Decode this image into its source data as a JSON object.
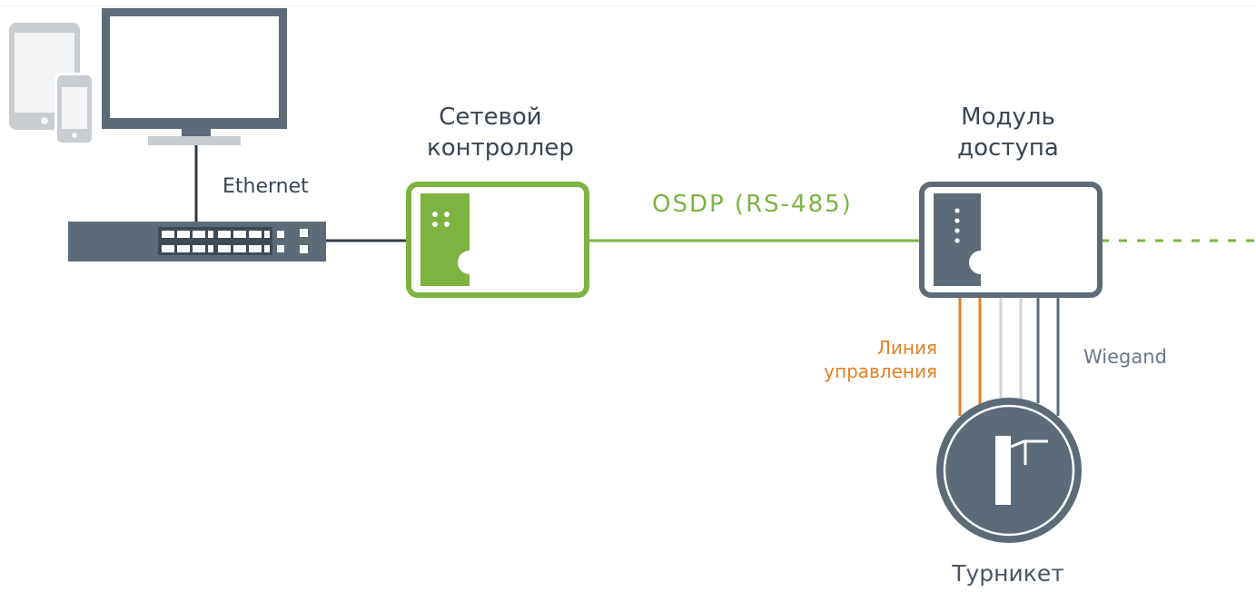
{
  "labels": {
    "ethernet": "Ethernet",
    "controller": [
      "Сетевой",
      "контроллер"
    ],
    "osdp": "OSDP (RS-485)",
    "module": [
      "Модуль",
      "доступа"
    ],
    "control_line": [
      "Линия",
      "управления"
    ],
    "wiegand": "Wiegand",
    "turnstile": "Турникет"
  },
  "colors": {
    "device_gray": "#5d6b78",
    "device_light": "#c9cdd1",
    "green": "#7cb341",
    "orange": "#e67e22",
    "wire_gray": "#6b7886",
    "wire_light": "#d0d4d8",
    "text": "#3a4652"
  },
  "icons": [
    "tablet-icon",
    "phone-icon",
    "monitor-icon",
    "network-switch-icon",
    "controller-icon",
    "access-module-icon",
    "turnstile-icon"
  ]
}
